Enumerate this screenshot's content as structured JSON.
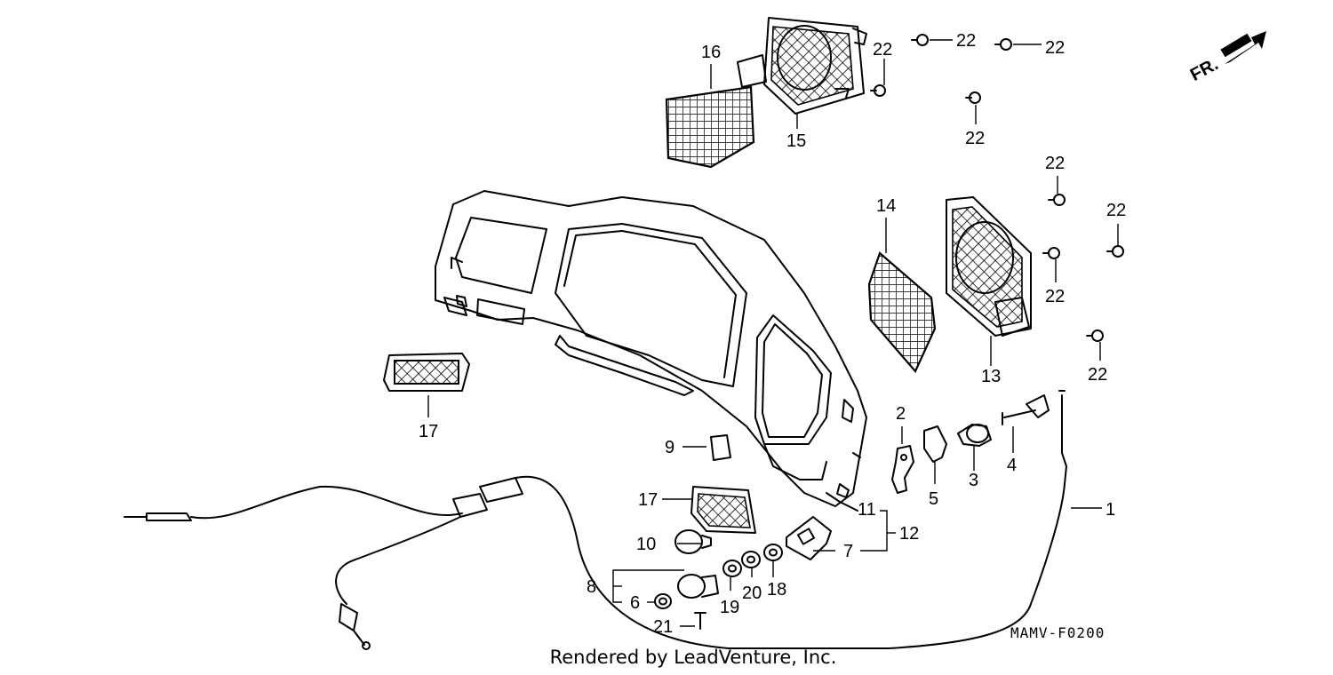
{
  "diagram": {
    "direction_label": "FR.",
    "part_code": "MAMV-F0200",
    "footer": "Rendered by LeadVenture, Inc.",
    "callouts": {
      "c1": "1",
      "c2": "2",
      "c3": "3",
      "c4": "4",
      "c5": "5",
      "c6": "6",
      "c7": "7",
      "c8": "8",
      "c9": "9",
      "c10": "10",
      "c11": "11",
      "c12": "12",
      "c13": "13",
      "c14": "14",
      "c15": "15",
      "c16": "16",
      "c17a": "17",
      "c17b": "17",
      "c18": "18",
      "c19": "19",
      "c20": "20",
      "c21": "21",
      "c22a": "22",
      "c22b": "22",
      "c22c": "22",
      "c22d": "22",
      "c22e": "22",
      "c22f": "22",
      "c22g": "22",
      "c22h": "22"
    }
  }
}
